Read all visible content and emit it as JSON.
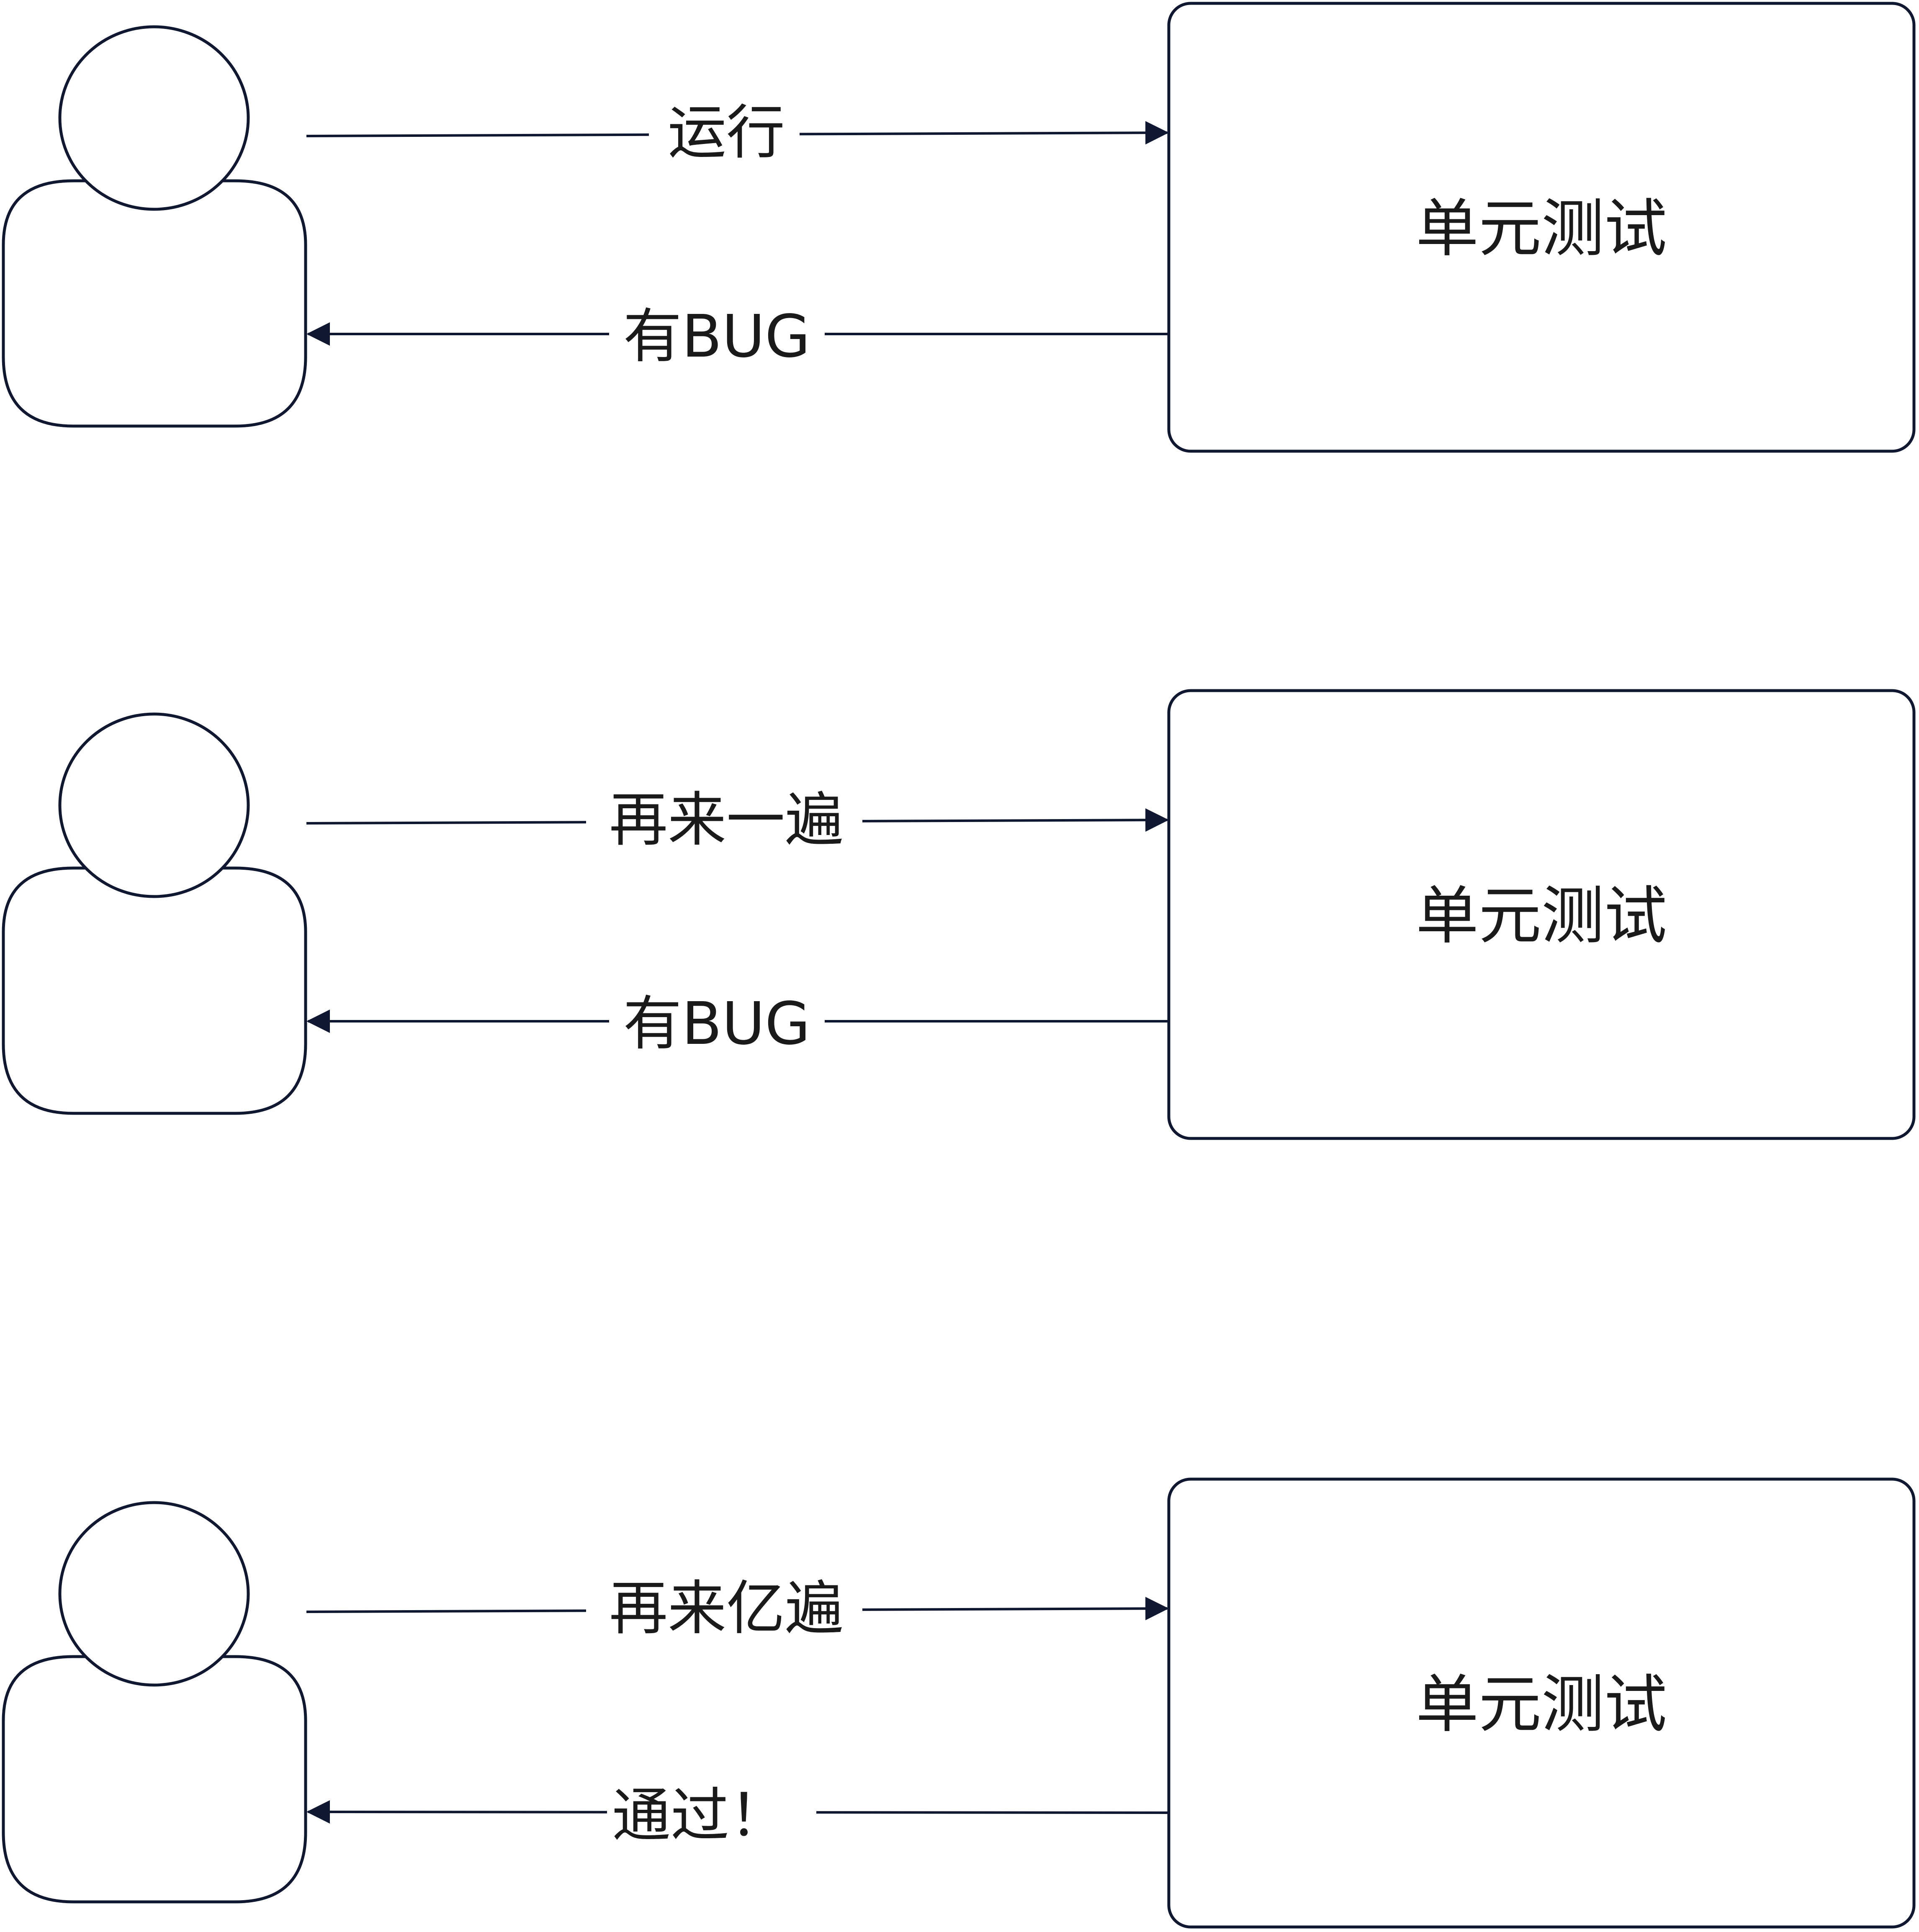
{
  "colors": {
    "stroke": "#0f1830",
    "text": "#1a1a1a",
    "background": "#ffffff"
  },
  "icons": [
    "person-icon",
    "arrow-head-icon"
  ],
  "panels": [
    {
      "box_label": "单元测试",
      "request_label": "运行",
      "response_label": "有BUG"
    },
    {
      "box_label": "单元测试",
      "request_label": "再来一遍",
      "response_label": "有BUG"
    },
    {
      "box_label": "单元测试",
      "request_label": "再来亿遍",
      "response_label": "通过！"
    }
  ]
}
